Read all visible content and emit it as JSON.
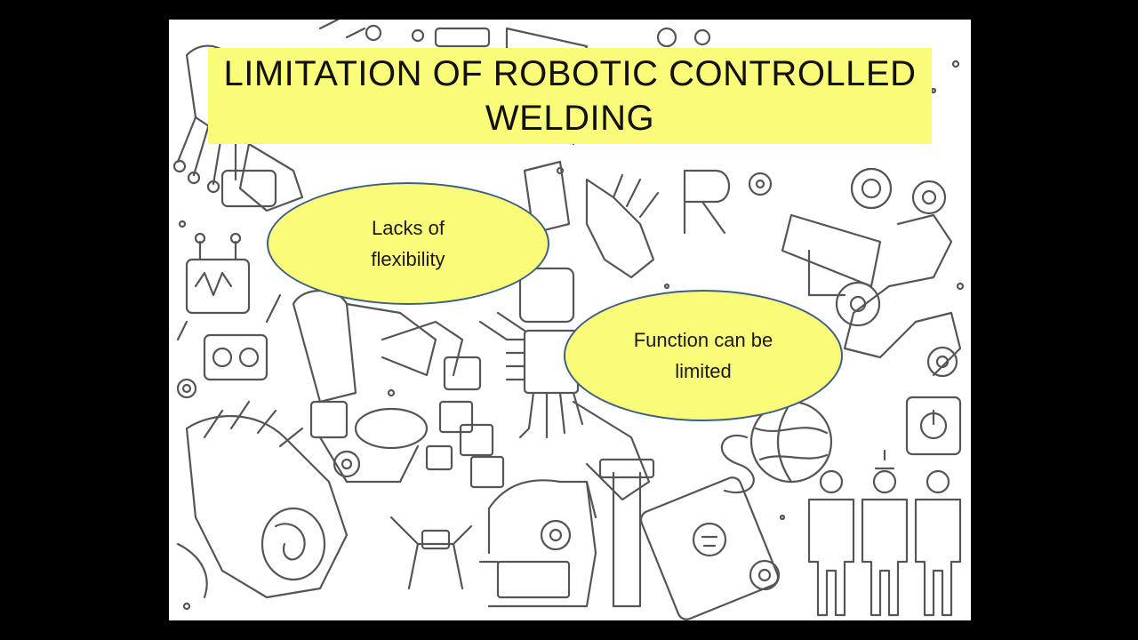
{
  "slide": {
    "title_lines": [
      "LIMITATION OF ROBOTIC CONTROLLED",
      "WELDING"
    ],
    "bubbles": [
      {
        "lines": [
          "Lacks of",
          "flexibility"
        ]
      },
      {
        "lines": [
          "Function can be",
          "limited"
        ]
      }
    ],
    "colors": {
      "highlight": "#fbfb7a",
      "bubble_border": "#3d5f87",
      "background": "#ffffff",
      "frame": "#000000",
      "line_art": "#555555"
    },
    "background_art": "robot-themed-doodle-pattern"
  }
}
